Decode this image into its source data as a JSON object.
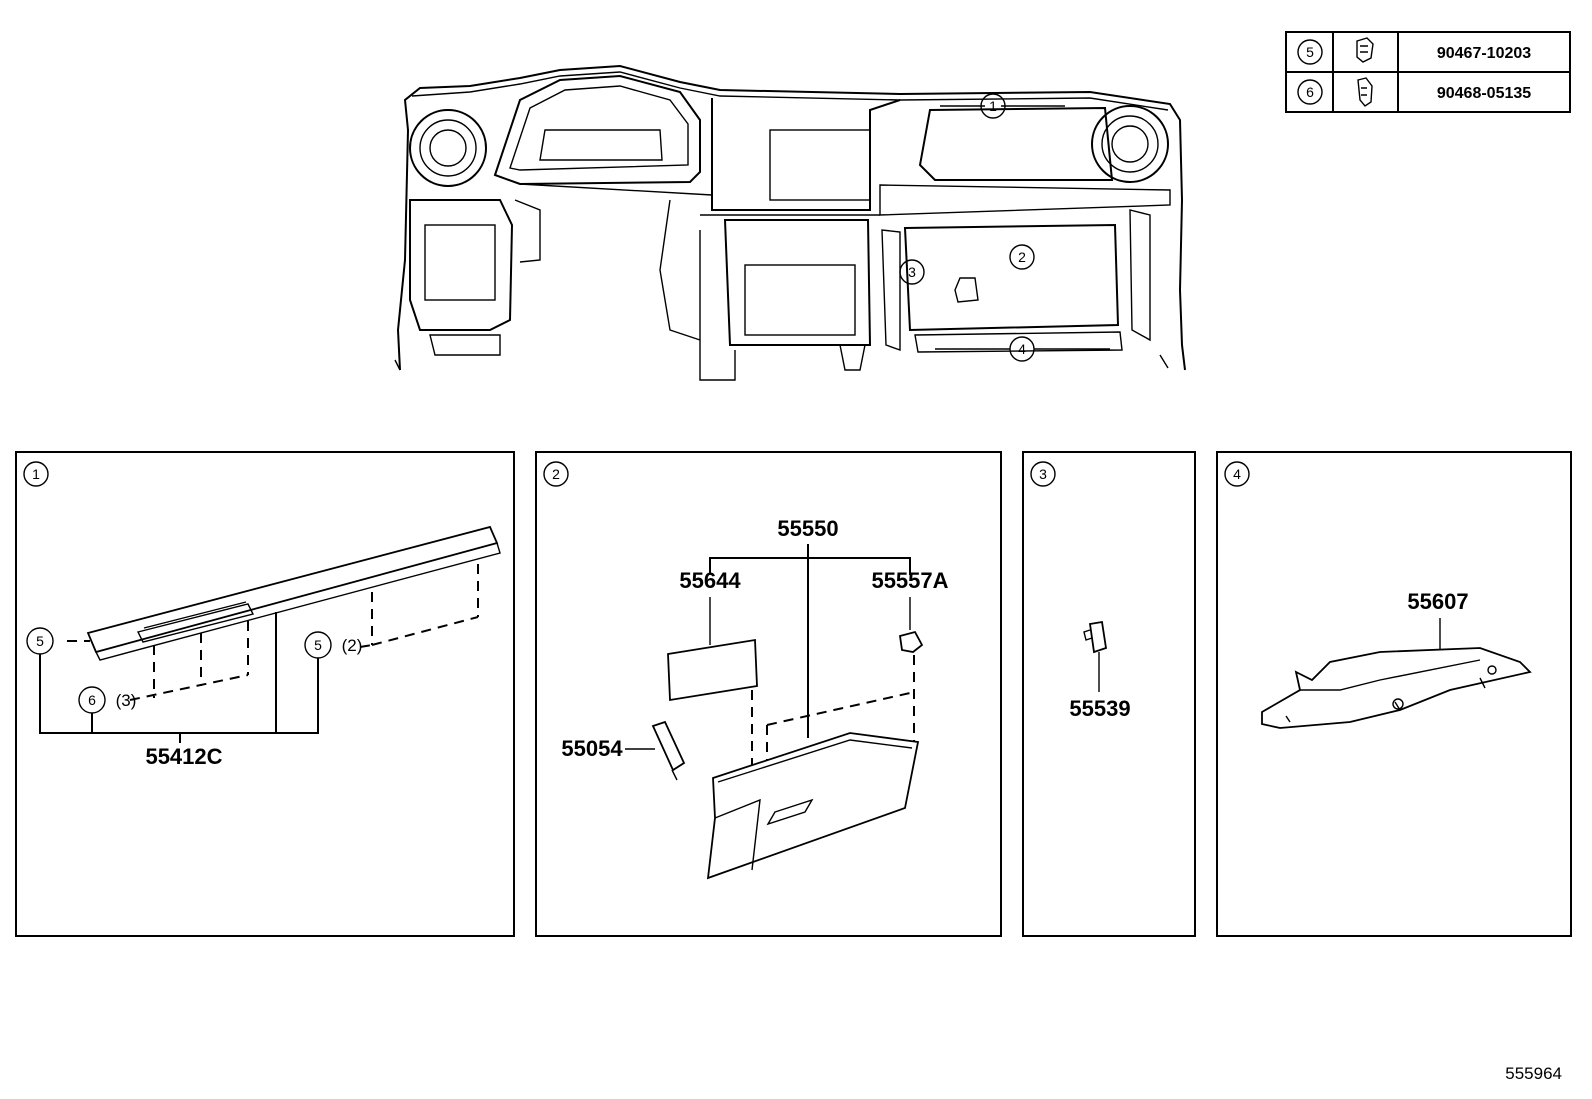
{
  "fastener_table": [
    {
      "ref": "5",
      "part": "90467-10203"
    },
    {
      "ref": "6",
      "part": "90468-05135"
    }
  ],
  "overview_callouts": [
    "1",
    "2",
    "3",
    "4"
  ],
  "panels": [
    {
      "ref": "1",
      "main_part": "55412C",
      "sub_refs": [
        "5",
        "6",
        "5"
      ],
      "qty_a": "(3)",
      "qty_b": "(2)"
    },
    {
      "ref": "2",
      "assembly": "55550",
      "parts": [
        "55644",
        "55557A",
        "55054"
      ]
    },
    {
      "ref": "3",
      "parts": [
        "55539"
      ]
    },
    {
      "ref": "4",
      "parts": [
        "55607"
      ]
    }
  ],
  "diagram_id": "555964"
}
